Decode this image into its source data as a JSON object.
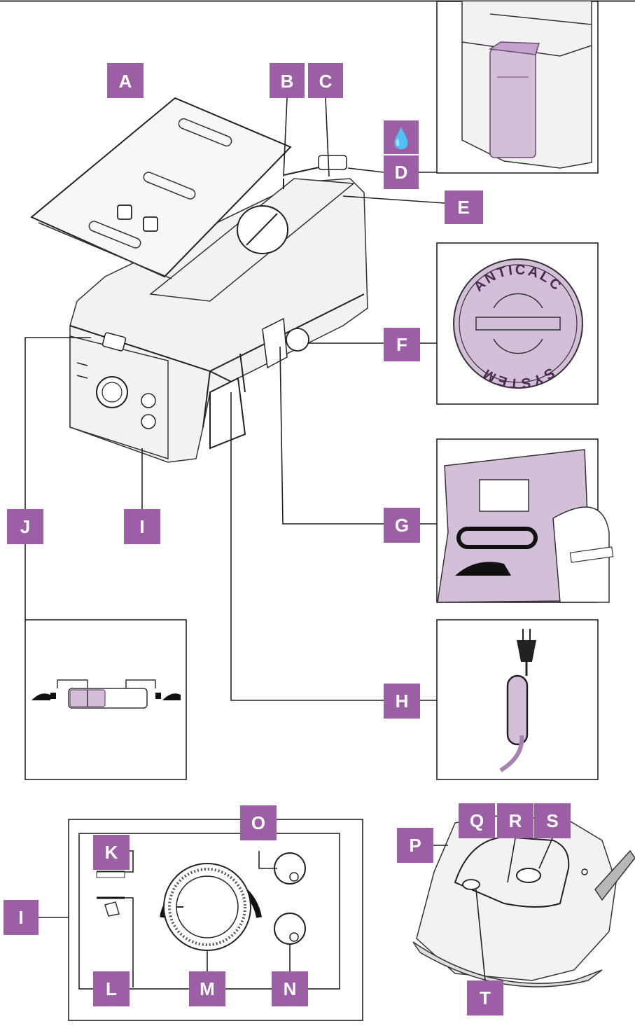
{
  "labels": {
    "A": "A",
    "B": "B",
    "C": "C",
    "D": "D",
    "E": "E",
    "F": "F",
    "G": "G",
    "H": "H",
    "I": "I",
    "J": "J",
    "K": "K",
    "L": "L",
    "M": "M",
    "N": "N",
    "O": "O",
    "P": "P",
    "Q": "Q",
    "R": "R",
    "S": "S",
    "T": "T"
  },
  "anticalc_text": "ANTICALC SYSTEM",
  "colors": {
    "accent": "#9c5fa5",
    "lilac": "#d4bfd9",
    "line": "#222222"
  }
}
